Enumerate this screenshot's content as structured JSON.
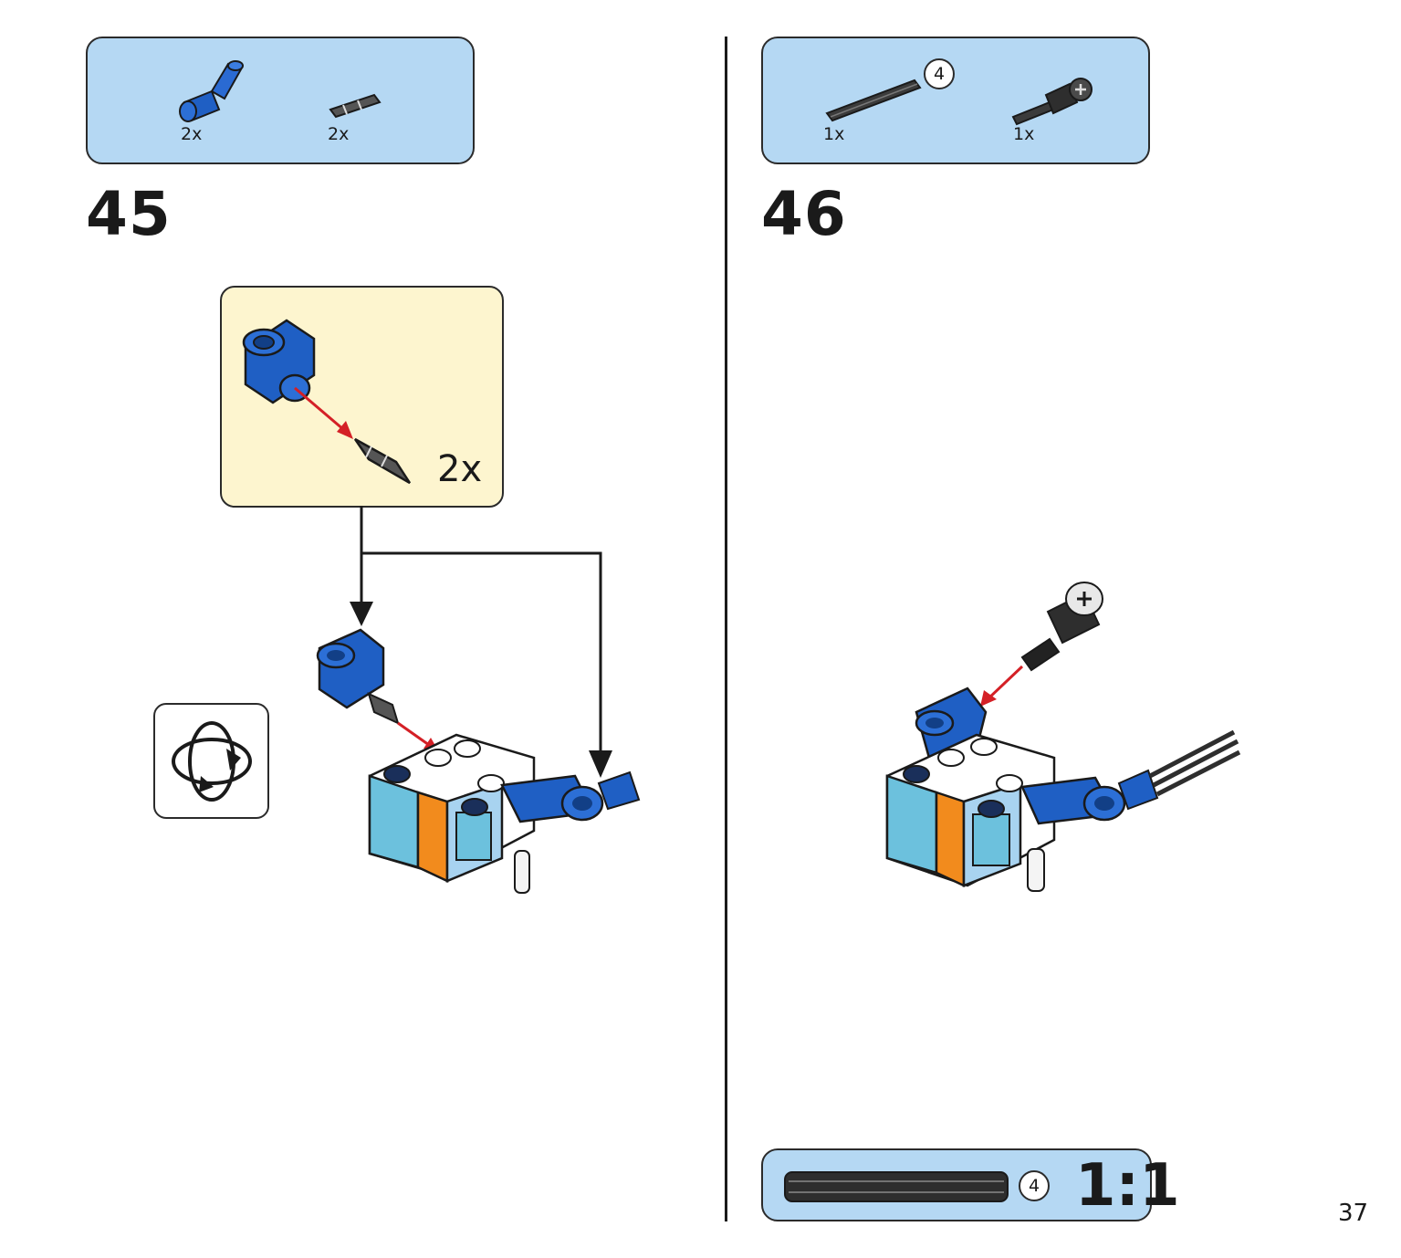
{
  "step45": {
    "number": "45",
    "parts": [
      {
        "qty": "2x",
        "icon": "blue-angle-connector-icon"
      },
      {
        "qty": "2x",
        "icon": "axle-pin-icon"
      }
    ],
    "subassembly_qty": "2x"
  },
  "step46": {
    "number": "46",
    "parts": [
      {
        "qty": "1x",
        "icon": "axle-4-icon",
        "length": "4"
      },
      {
        "qty": "1x",
        "icon": "axle-with-connector-icon"
      }
    ]
  },
  "ruler": {
    "length": "4",
    "scale": "1:1"
  },
  "page_number": "37",
  "colors": {
    "parts_bg": "#b5d8f3",
    "subassembly_bg": "#fdf5cf",
    "lego_blue": "#1f5fc4",
    "arrow_red": "#d42026"
  }
}
